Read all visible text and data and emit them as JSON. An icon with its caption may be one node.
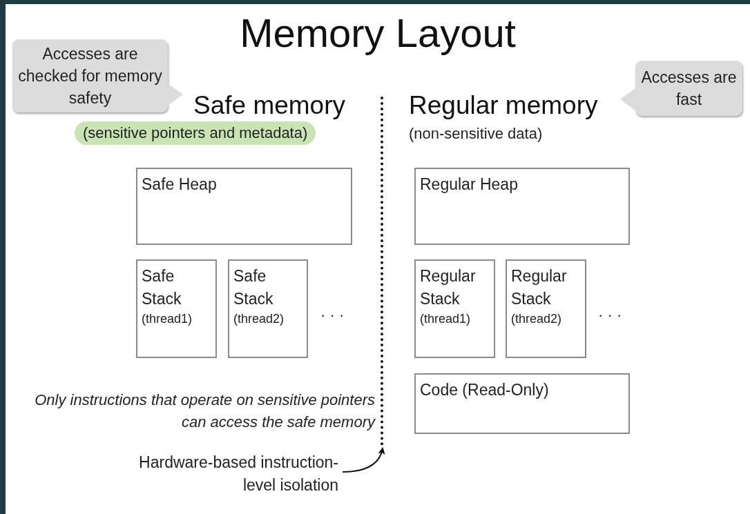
{
  "diagram": {
    "title": "Memory Layout",
    "nodes": [
      {
        "text": [
          "Accesses are checked for memory safety"
        ]
      },
      {
        "text": [
          "Accesses are fast"
        ]
      },
      {
        "text": [
          "Safe Heap"
        ]
      },
      {
        "text": [
          "Safe Stack",
          "(thread1)"
        ]
      },
      {
        "text": [
          "Safe Stack",
          "(thread2)"
        ]
      },
      {
        "text": [
          "Regular Heap"
        ]
      },
      {
        "text": [
          "Regular Stack",
          "(thread1)"
        ]
      },
      {
        "text": [
          "Regular Stack",
          "(thread2)"
        ]
      },
      {
        "text": [
          "Code (Read-Only)"
        ]
      },
      {
        "text": [
          "Hardware-based instruction-level isolation"
        ]
      },
      {
        "text": [],
        "shape": "line"
      }
    ],
    "edges": [
      {
        "from": 9,
        "to": 10,
        "arrow": "to"
      }
    ],
    "labels": [
      "Safe memory",
      "(sensitive pointers and metadata)",
      "Regular memory",
      "(non-sensitive data)",
      "· · ·",
      "· · ·",
      "Only instructions that operate on sensitive pointers can access the safe memory"
    ]
  }
}
